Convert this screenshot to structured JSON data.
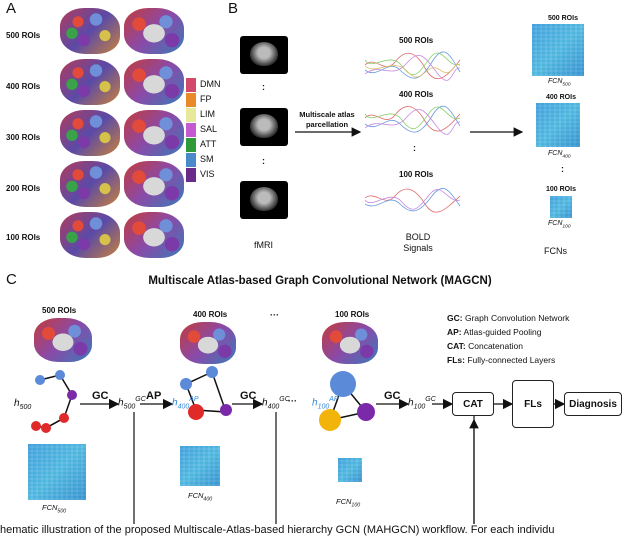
{
  "panelA": {
    "letter": "A",
    "rows": [
      "500 ROIs",
      "400 ROIs",
      "300 ROIs",
      "200 ROIs",
      "100 ROIs"
    ],
    "legend": [
      {
        "label": "DMN",
        "color": "#d14a6a"
      },
      {
        "label": "FP",
        "color": "#e88a2a"
      },
      {
        "label": "LIM",
        "color": "#e6e89a"
      },
      {
        "label": "SAL",
        "color": "#c55ad0"
      },
      {
        "label": "ATT",
        "color": "#2e9a3a"
      },
      {
        "label": "SM",
        "color": "#4a8ac8"
      },
      {
        "label": "VIS",
        "color": "#6a2a8a"
      }
    ]
  },
  "panelB": {
    "letter": "B",
    "dots": ":",
    "arrow_label_1": "Multiscale atlas",
    "arrow_label_2": "parcellation",
    "bold_rois": [
      "500 ROIs",
      "400 ROIs",
      "100 ROIs"
    ],
    "fcn_rois": [
      "500 ROIs",
      "400 ROIs",
      "100 ROIs"
    ],
    "fcn_labels": [
      "FCN",
      "FCN",
      "FCN"
    ],
    "fcn_subs": [
      "500",
      "400",
      "100"
    ],
    "fmri_label": "fMRI",
    "bold_label_1": "BOLD",
    "bold_label_2": "Signals",
    "fcns_label": "FCNs"
  },
  "panelC": {
    "letter": "C",
    "title": "Multiscale Atlas-based Graph Convolutional Network (MAGCN)",
    "rois": [
      "500 ROIs",
      "400 ROIs",
      "100 ROIs"
    ],
    "ellipsis": "···",
    "gc": "GC",
    "ap": "AP",
    "cat": "CAT",
    "fls": "FLs",
    "diagnosis": "Diagnosis",
    "h_labels": {
      "h500": "h",
      "h500_sub": "500",
      "hgc500": "h",
      "hgc500_sup": "GC",
      "hgc500_sub": "500",
      "hap400": "h",
      "hap400_sup": "AP",
      "hap400_sub": "400",
      "hgc400": "h",
      "hgc400_sup": "GC",
      "hgc400_sub": "400",
      "hap100": "h",
      "hap100_sup": "AP",
      "hap100_sub": "100",
      "hgc100": "h",
      "hgc100_sup": "GC",
      "hgc100_sub": "100"
    },
    "fcn_bottom": [
      {
        "label": "FCN",
        "sub": "500"
      },
      {
        "label": "FCN",
        "sub": "400"
      },
      {
        "label": "FCN",
        "sub": "100"
      }
    ],
    "key": [
      {
        "abbr": "GC:",
        "text": "Graph Convolution Network"
      },
      {
        "abbr": "AP:",
        "text": "Atlas-guided Pooling"
      },
      {
        "abbr": "CAT:",
        "text": "Concatenation"
      },
      {
        "abbr": "FLs:",
        "text": "Fully-connected Layers"
      }
    ]
  },
  "caption": "hematic illustration of the proposed Multiscale-Atlas-based hierarchy GCN (MAHGCN) workflow. For each individu"
}
